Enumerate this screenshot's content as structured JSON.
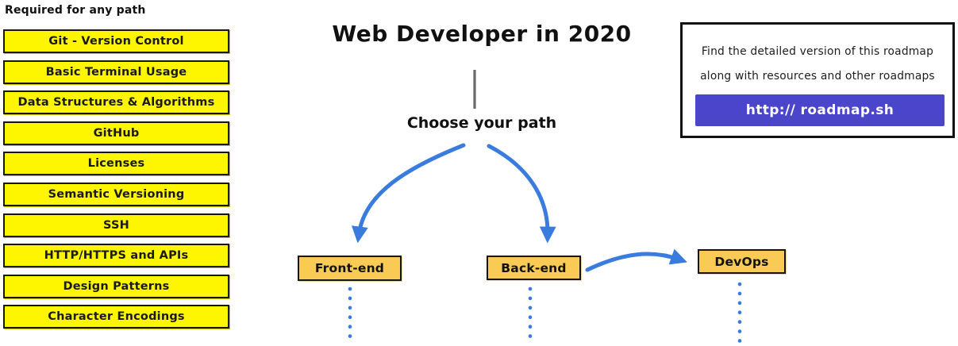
{
  "header": {
    "main_title": "Web Developer in 2020",
    "choose_label": "Choose your path"
  },
  "required_path": {
    "title": "Required for any path",
    "items": [
      "Git - Version Control",
      "Basic Terminal Usage",
      "Data Structures & Algorithms",
      "GitHub",
      "Licenses",
      "Semantic Versioning",
      "SSH",
      "HTTP/HTTPS and APIs",
      "Design Patterns",
      "Character Encodings"
    ]
  },
  "path_nodes": [
    "Front-end",
    "Back-end",
    "DevOps"
  ],
  "info_box": {
    "line1": "Find the detailed version of this roadmap",
    "line2": "along with resources and other roadmaps",
    "button_label": "http:// roadmap.sh"
  },
  "colors": {
    "yellow": "#FEF501",
    "amber": "#F9CB55",
    "blue": "#3A7BDE",
    "indigo": "#4A45CB",
    "ink": "#161616"
  }
}
